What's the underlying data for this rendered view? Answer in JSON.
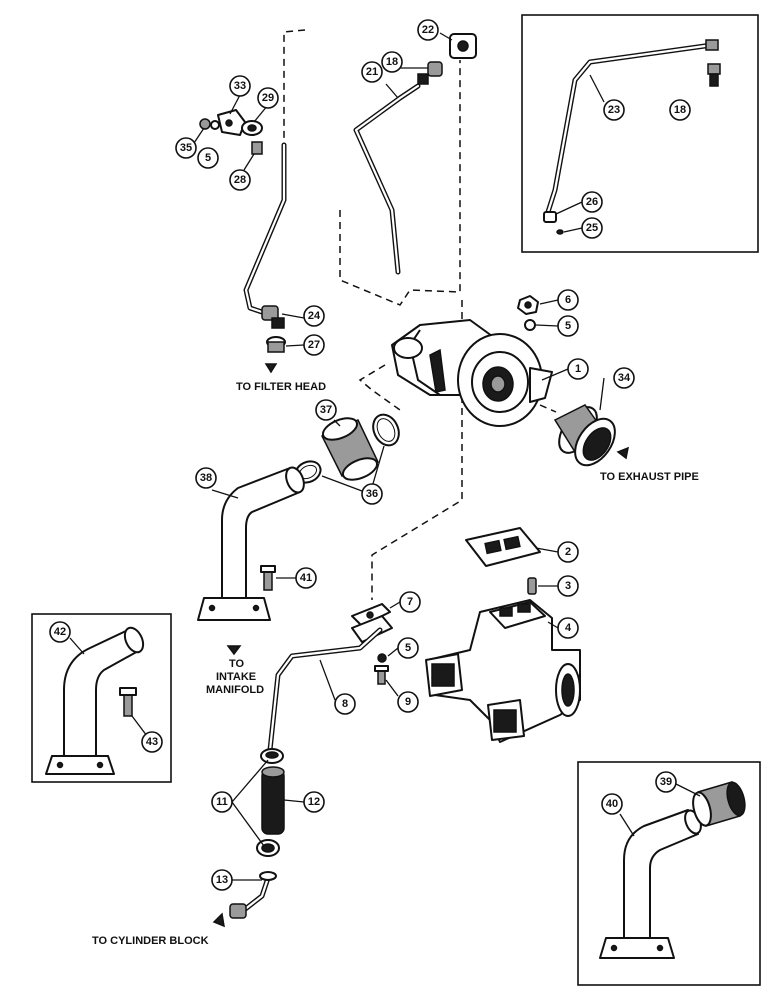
{
  "notes": {
    "filter_head": "TO FILTER HEAD",
    "exhaust_pipe": "TO EXHAUST PIPE",
    "intake_1": "TO",
    "intake_2": "INTAKE",
    "intake_3": "MANIFOLD",
    "cylinder_block": "TO CYLINDER BLOCK"
  },
  "callouts": {
    "c1": "1",
    "c2": "2",
    "c3": "3",
    "c4": "4",
    "c5a": "5",
    "c5b": "5",
    "c5c": "5",
    "c6": "6",
    "c7": "7",
    "c8": "8",
    "c9": "9",
    "c11": "11",
    "c12": "12",
    "c13": "13",
    "c18a": "18",
    "c18b": "18",
    "c21": "21",
    "c22": "22",
    "c23": "23",
    "c24": "24",
    "c25": "25",
    "c26": "26",
    "c27": "27",
    "c28": "28",
    "c29": "29",
    "c33": "33",
    "c34": "34",
    "c35": "35",
    "c36": "36",
    "c37": "37",
    "c38": "38",
    "c39": "39",
    "c40": "40",
    "c41": "41",
    "c42": "42",
    "c43": "43"
  }
}
